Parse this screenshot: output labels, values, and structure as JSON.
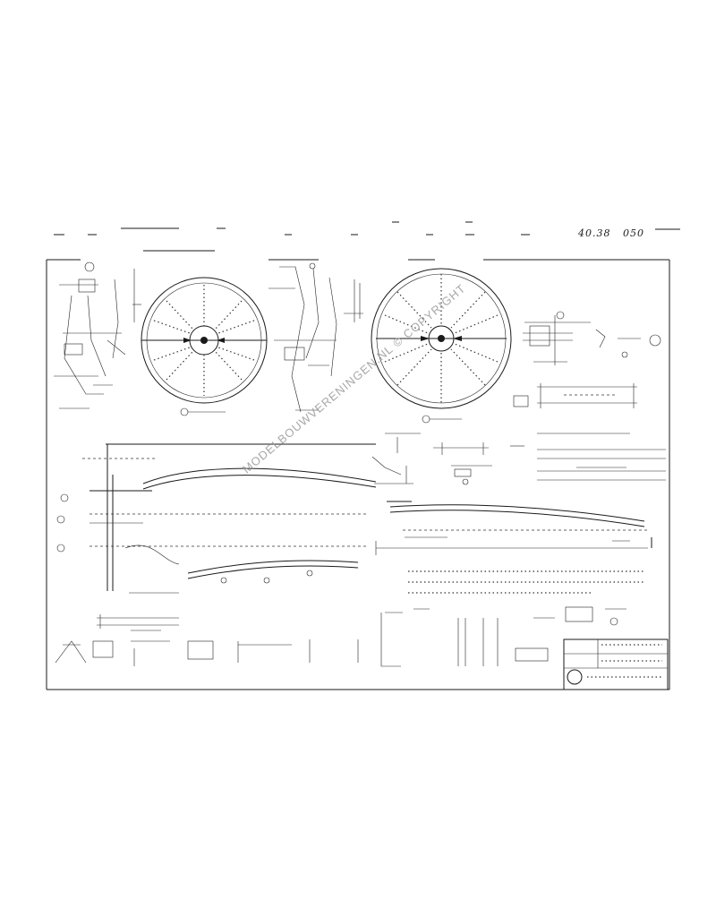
{
  "sheet": {
    "corner_numbers": {
      "left": "40.38",
      "right": "050"
    },
    "watermark": "MODELBOUWVERENINGEN.NL © COPYRIGHT"
  }
}
